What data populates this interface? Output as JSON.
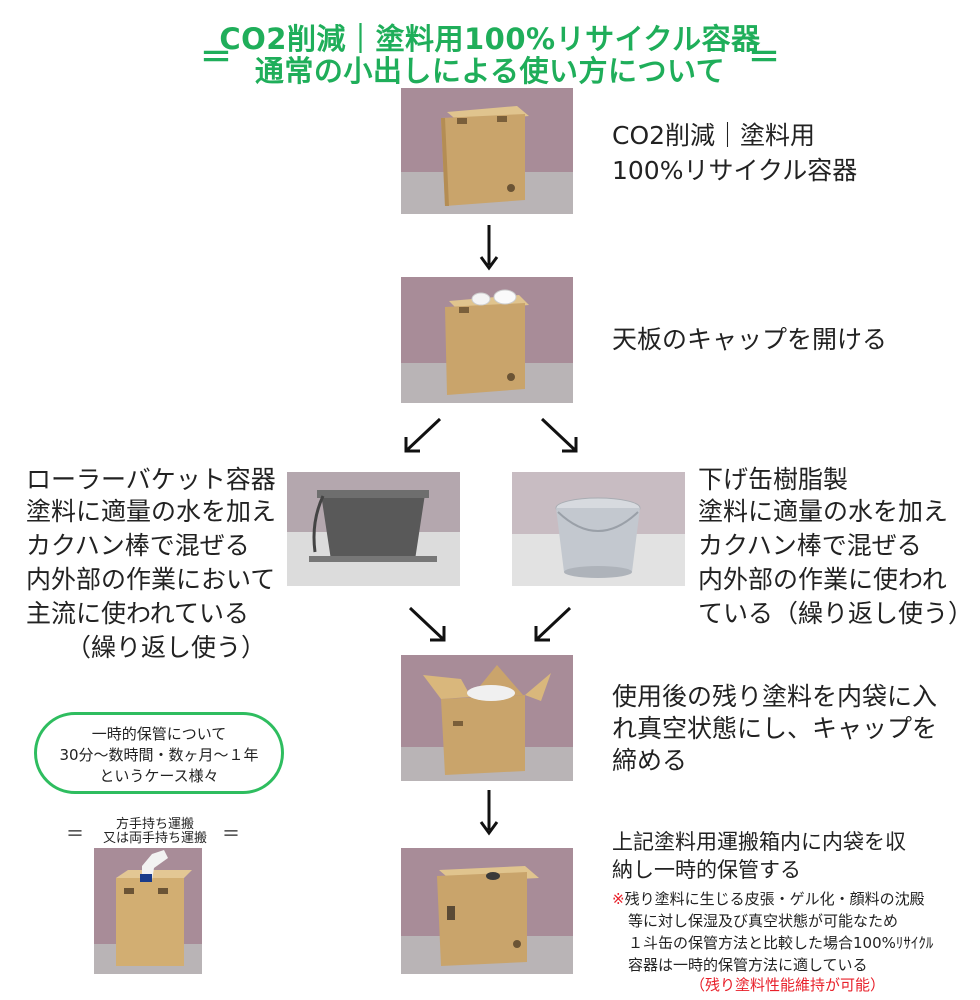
{
  "title": {
    "line1": "CO2削減｜塗料用100%リサイクル容器",
    "line2": "通常の小出しによる使い方について",
    "left_mark": "＝",
    "right_mark": "＝"
  },
  "steps": {
    "container_label_line1": "CO2削減｜塗料用",
    "container_label_line2": "100%リサイクル容器",
    "open_cap": "天板のキャップを開ける",
    "roller_bucket": {
      "heading": "ローラーバケット容器",
      "line1": "塗料に適量の水を加え",
      "line2": "カクハン棒で混ぜる",
      "line3": "内外部の作業において",
      "line4": "主流に使われている",
      "line5": "（繰り返し使う）"
    },
    "resin_bucket": {
      "heading": "下げ缶樹脂製",
      "line1": "塗料に適量の水を加え",
      "line2": "カクハン棒で混ぜる",
      "line3": "内外部の作業に使われ",
      "line4": "ている（繰り返し使う）"
    },
    "after_use": {
      "line1": "使用後の残り塗料を内袋に入",
      "line2": "れ真空状態にし、キャップを",
      "line3": "締める"
    },
    "storage": {
      "line1": "上記塗料用運搬箱内に内袋を収",
      "line2": "納し一時的保管する"
    },
    "storage_note": {
      "mark": "※",
      "line1": "残り塗料に生じる皮張・ゲル化・顔料の沈殿",
      "line2": "等に対し保湿及び真空状態が可能なため",
      "line3": "１斗缶の保管方法と比較した場合100%ﾘｻｲｸﾙ",
      "line4": "容器は一時的保管方法に適している",
      "line5": "（残り塗料性能維持が可能）"
    }
  },
  "side_note": {
    "line1": "一時的保管について",
    "line2": "30分～数時間・数ヶ月～１年",
    "line3": "というケース様々"
  },
  "carry": {
    "line1": "方手持ち運搬",
    "line2": "又は両手持ち運搬",
    "left_mark": "＝",
    "right_mark": "＝"
  },
  "colors": {
    "title_green": "#1fae5a",
    "note_border": "#2ebd5f",
    "warning_red": "#e8202a",
    "wall_pink": "#a88c98",
    "box_kraft": "#c9a46b"
  },
  "icons": [
    "arrow-down-icon",
    "arrow-down-left-icon",
    "arrow-down-right-icon"
  ]
}
